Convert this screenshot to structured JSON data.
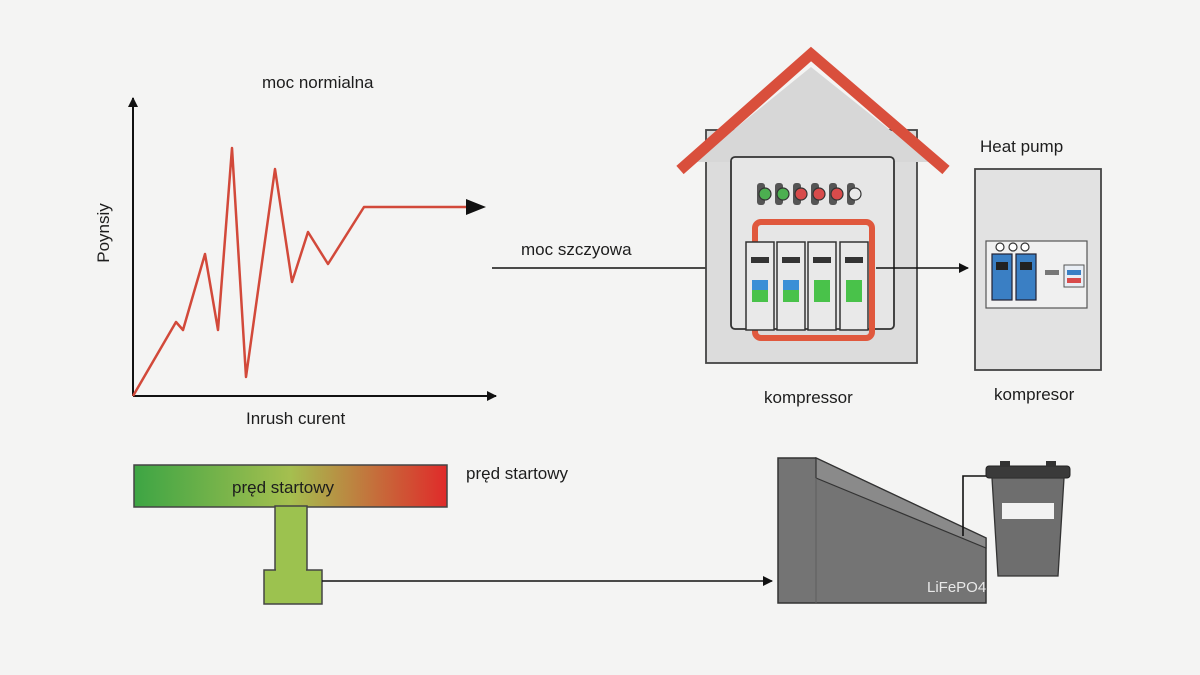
{
  "chart": {
    "title": "moc normialna",
    "ylabel": "Poynsiy",
    "xlabel": "Inrush curent"
  },
  "labels": {
    "peak_power": "moc szczyowa",
    "compressor_box": "kompressor",
    "heat_pump_title": "Heat pump",
    "heat_pump_caption": "kompresor",
    "start_current_bar": "pręd startowy",
    "start_current_side": "pręd startowy",
    "battery": "LiFePO4"
  },
  "colors": {
    "trace": "#d2493a",
    "roof": "#d94f3c",
    "breaker_frame": "#e0583d",
    "gradient_start": "#3da544",
    "gradient_mid": "#9cc24f",
    "gradient_end": "#e02a2a",
    "battery_body": "#747474"
  },
  "icons": {
    "breaker_indicators": [
      "green-led-icon",
      "green-led-icon",
      "red-led-icon",
      "red-led-icon",
      "red-led-icon",
      "green-led-icon"
    ]
  }
}
